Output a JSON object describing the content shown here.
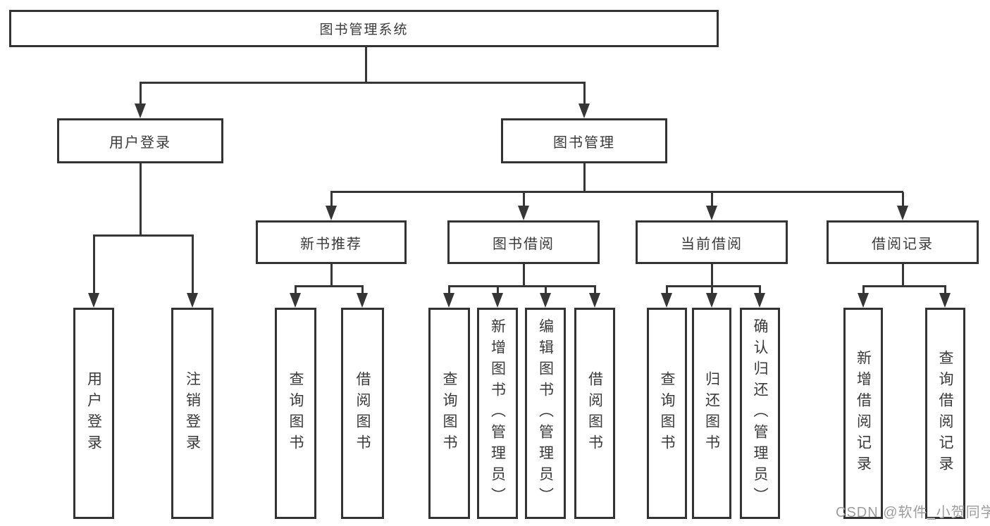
{
  "page": {
    "background": "#ffffff"
  },
  "colors": {
    "box_border": "#333333",
    "connector_line": "#363636",
    "node_text": "#3a3a3a",
    "watermark_text": "#9d9d9d"
  },
  "watermark": {
    "text": "CSDN @软件_小贺同学"
  },
  "diagram": {
    "type": "hierarchy-tree",
    "root": {
      "label": "图书管理系统"
    },
    "branches": [
      {
        "label": "用户登录",
        "children": [
          {
            "label": "用户登录"
          },
          {
            "label": "注销登录"
          }
        ]
      },
      {
        "label": "图书管理",
        "children": [
          {
            "label": "新书推荐",
            "children": [
              {
                "label": "查询图书"
              },
              {
                "label": "借阅图书"
              }
            ]
          },
          {
            "label": "图书借阅",
            "children": [
              {
                "label": "查询图书"
              },
              {
                "label": "新增图书（管理员）"
              },
              {
                "label": "编辑图书（管理员）"
              },
              {
                "label": "借阅图书"
              }
            ]
          },
          {
            "label": "当前借阅",
            "children": [
              {
                "label": "查询图书"
              },
              {
                "label": "归还图书"
              },
              {
                "label": "确认归还（管理员）"
              }
            ]
          },
          {
            "label": "借阅记录",
            "children": [
              {
                "label": "新增借阅记录"
              },
              {
                "label": "查询借阅记录"
              }
            ]
          }
        ]
      }
    ]
  }
}
